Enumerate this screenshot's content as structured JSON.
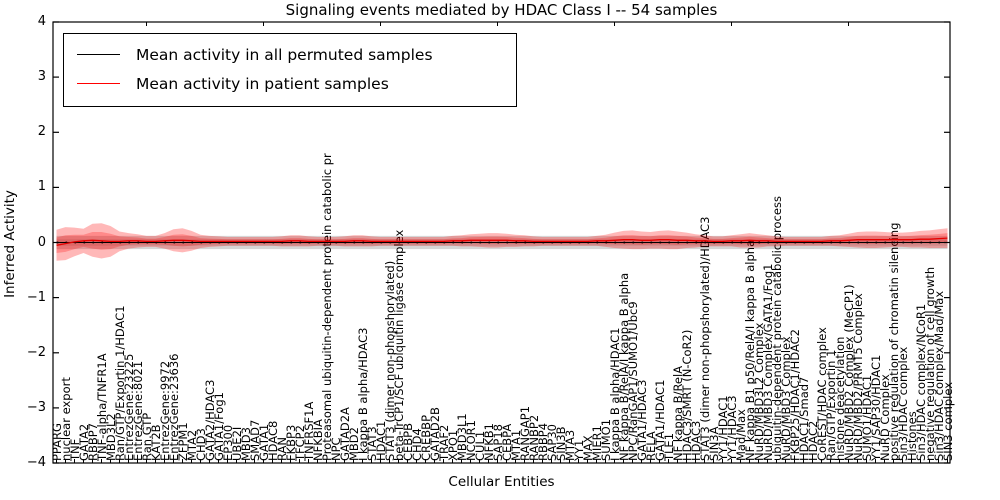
{
  "title": "Signaling events mediated by HDAC Class I -- 54 samples",
  "axes": {
    "x_label": "Cellular Entities",
    "y_label": "Inferred Activity",
    "y_ticks": [
      "4",
      "3",
      "2",
      "1",
      "0",
      "−1",
      "−2",
      "−3",
      "−4"
    ]
  },
  "legend": {
    "entries": [
      {
        "label": "Mean activity in all permuted samples",
        "color": "#000000"
      },
      {
        "label": "Mean activity in patient samples",
        "color": "#ff0000"
      }
    ]
  },
  "colors": {
    "permuted_line": "#000000",
    "permuted_band": "rgba(0,0,0,0.16)",
    "patient_line": "#e60000",
    "patient_band": "rgba(255,0,0,0.28)",
    "frame": "#000000",
    "background": "#ffffff"
  },
  "chart_data": {
    "type": "line",
    "title": "Signaling events mediated by HDAC Class I -- 54 samples",
    "xlabel": "Cellular Entities",
    "ylabel": "Inferred Activity",
    "ylim": [
      -4,
      4
    ],
    "yticks": [
      4,
      3,
      2,
      1,
      0,
      -1,
      -2,
      -3,
      -4
    ],
    "grid": false,
    "legend_position": "upper left",
    "categories": [
      "PPARG",
      "nuclear export",
      "TNF",
      "GATA2",
      "RBBP7",
      "TNF-alpha/TNFR1A",
      "MBD3L2",
      "Ran/GTP/Exportin 1/HDAC1",
      "EntrezGene:23225",
      "EntrezGene:8021",
      "Ran.GTP",
      "KAT2B",
      "EntrezGene:9972",
      "EntrezGene:23636",
      "ZFPM1",
      "MTA2",
      "CHD3",
      "GATA2/HDAC3",
      "GATA1/Fog1",
      "EP300",
      "UBE2I",
      "MBD3",
      "SMAD7",
      "GATA1",
      "HDAC8",
      "RAN",
      "FKBP3",
      "TFCP2",
      "TNFRSF1A",
      "NFKBIA",
      "Proteasomal ubiquitin-dependent protein catabolic pr",
      "NPC",
      "GATAD2A",
      "MBD2",
      "I kappa B alpha/HDAC3",
      "STAT3",
      "HDAC1",
      "STAT3 (dimer non-phopshorylated)",
      "beta-TrCP1/SCF ubiquitin ligase complex",
      "CEBPB",
      "CHD4",
      "CREBBP",
      "GATAD2B",
      "TRAF2",
      "XPO1",
      "MBD3L1",
      "NCOR1",
      "CUL1",
      "NFKB1",
      "SAP18",
      "CEBPA",
      "MTA1",
      "RANGAP1",
      "RANBP2",
      "RBBP4",
      "SAP30",
      "SIN3B",
      "MTA3",
      "YY1",
      "MAX",
      "MIER1",
      "SUMO1",
      "I kappa B alpha/HDAC1",
      "NF kappa B/RelA/I kappa B alpha",
      "NPC/RanGAP1/SUMO1/Ubc9",
      "GATA1/HDAC3",
      "RELA",
      "GATA1/HDAC1",
      "TLE1",
      "NF kappa B/RelA",
      "HDAC3/SMRT (N-CoR2)",
      "HDAC3",
      "STAT3 (dimer non-phopshorylated)/HDAC3",
      "SIN3A",
      "YY1/HDAC1",
      "YY1/HDAC3",
      "Mad/Max",
      "NF kappa B1 p50/RelA/I kappa B alpha",
      "NuRD/MBD3L2 Complex",
      "NuRD/MBD3 Complex/GATA1/Fog1",
      "ubiquitin-dependent protein catabolic process",
      "NuRD/MBD3 Complex",
      "FKBP25/HDAC1/HDAC2",
      "HDAC1/Smad7",
      "HDAC2",
      "CoREST/HDAC complex",
      "Ran/GTP/Exportin 1",
      "histone deacetylation",
      "NuRD/MBD2 Complex (MeCP1)",
      "NuRD/MBD2/PRMT5 Complex",
      "SUMO1/HDAC1",
      "YY1/SAP30/HDAC1",
      "NuRD Complex",
      "positive regulation of chromatin silencing",
      "Sin3/HDAC complex",
      "Histones",
      "Sin3/HDAC complex/NCoR1",
      "negative regulation of cell growth",
      "Sin3/HDAC complex/Mad/Max",
      "SIN3 complex"
    ],
    "series": [
      {
        "name": "Mean activity in all permuted samples",
        "color": "#000000",
        "values": [
          0,
          0,
          0,
          0,
          0,
          0,
          0,
          0,
          0,
          0,
          0,
          0,
          0,
          0,
          0,
          0,
          0,
          0,
          0,
          0,
          0,
          0,
          0,
          0,
          0,
          0,
          0,
          0,
          0,
          0,
          0,
          0,
          0,
          0,
          0,
          0,
          0,
          0,
          0,
          0,
          0,
          0,
          0,
          0,
          0,
          0,
          0,
          0,
          0,
          0,
          0,
          0,
          0,
          0,
          0,
          0,
          0,
          0,
          0,
          0,
          0,
          0,
          0,
          0,
          0,
          0,
          0,
          0,
          0,
          0,
          0,
          0,
          0,
          0,
          0,
          0,
          0,
          0,
          0,
          0,
          0,
          0,
          0,
          0,
          0,
          0,
          0,
          0,
          0,
          0,
          0,
          0,
          0,
          0,
          0,
          0,
          0,
          0,
          0,
          0
        ],
        "band": 0.12
      },
      {
        "name": "Mean activity in patient samples",
        "color": "#e60000",
        "values": [
          -0.05,
          -0.02,
          0.01,
          0.03,
          0.04,
          0.03,
          0.02,
          0.02,
          0.03,
          0.03,
          0.02,
          0.02,
          0.03,
          0.04,
          0.04,
          0.03,
          0.02,
          0.02,
          0.02,
          0.02,
          0.02,
          0.02,
          0.02,
          0.02,
          0.02,
          0.02,
          0.03,
          0.03,
          0.02,
          0.02,
          0.02,
          0.02,
          0.02,
          0.03,
          0.03,
          0.02,
          0.02,
          0.02,
          0.02,
          0.02,
          0.02,
          0.02,
          0.02,
          0.02,
          0.03,
          0.03,
          0.04,
          0.04,
          0.04,
          0.04,
          0.04,
          0.03,
          0.03,
          0.02,
          0.02,
          0.02,
          0.02,
          0.02,
          0.02,
          0.02,
          0.03,
          0.03,
          0.04,
          0.05,
          0.05,
          0.04,
          0.04,
          0.05,
          0.05,
          0.04,
          0.04,
          0.03,
          0.03,
          0.02,
          0.02,
          0.03,
          0.03,
          0.04,
          0.03,
          0.03,
          0.02,
          0.02,
          0.02,
          0.02,
          0.02,
          0.02,
          0.03,
          0.03,
          0.04,
          0.05,
          0.05,
          0.05,
          0.05,
          0.05,
          0.05,
          0.05,
          0.06,
          0.06,
          0.07,
          0.08
        ],
        "band": [
          0.28,
          0.3,
          0.26,
          0.22,
          0.3,
          0.32,
          0.28,
          0.18,
          0.14,
          0.12,
          0.1,
          0.1,
          0.14,
          0.2,
          0.22,
          0.18,
          0.12,
          0.1,
          0.09,
          0.08,
          0.08,
          0.08,
          0.08,
          0.08,
          0.08,
          0.09,
          0.1,
          0.1,
          0.09,
          0.08,
          0.08,
          0.08,
          0.09,
          0.1,
          0.1,
          0.09,
          0.08,
          0.08,
          0.08,
          0.08,
          0.08,
          0.08,
          0.08,
          0.08,
          0.09,
          0.1,
          0.11,
          0.12,
          0.13,
          0.13,
          0.12,
          0.11,
          0.1,
          0.09,
          0.08,
          0.08,
          0.08,
          0.08,
          0.08,
          0.08,
          0.09,
          0.11,
          0.14,
          0.16,
          0.17,
          0.16,
          0.15,
          0.16,
          0.17,
          0.16,
          0.14,
          0.12,
          0.1,
          0.09,
          0.09,
          0.1,
          0.12,
          0.13,
          0.12,
          0.1,
          0.09,
          0.08,
          0.08,
          0.08,
          0.08,
          0.08,
          0.09,
          0.1,
          0.12,
          0.14,
          0.15,
          0.15,
          0.14,
          0.13,
          0.13,
          0.14,
          0.15,
          0.16,
          0.17,
          0.18
        ]
      }
    ],
    "layout": {
      "plot_left": 53,
      "plot_right": 950,
      "plot_top": 22,
      "plot_bottom": 463,
      "top_tick_indices": [
        10,
        23,
        36,
        49,
        62,
        75,
        88
      ]
    }
  }
}
